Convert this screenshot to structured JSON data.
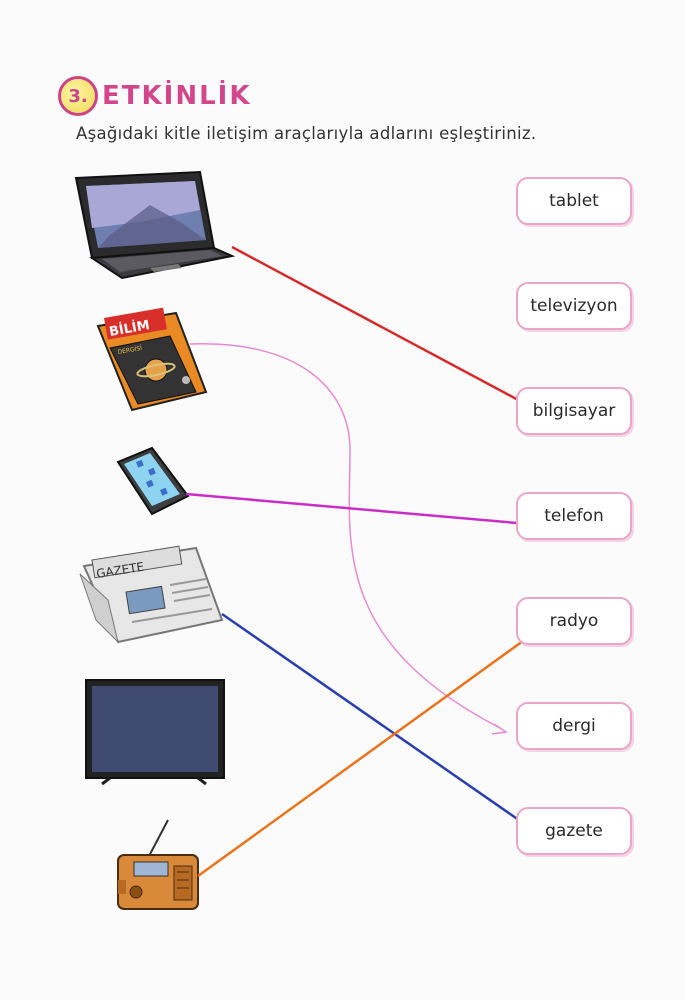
{
  "activity": {
    "number": "3.",
    "title": "ETKİNLİK",
    "instruction": "Aşağıdaki kitle iletişim araçlarıyla adlarını eşleştiriniz."
  },
  "images": [
    {
      "name": "laptop",
      "icon": "laptop-icon"
    },
    {
      "name": "magazine",
      "icon": "magazine-icon",
      "cover_text": "BİLİM",
      "cover_subtext": "DERGİSİ"
    },
    {
      "name": "phone",
      "icon": "phone-icon"
    },
    {
      "name": "newspaper",
      "icon": "newspaper-icon",
      "header_text": "GAZETE"
    },
    {
      "name": "television",
      "icon": "tv-icon"
    },
    {
      "name": "radio",
      "icon": "radio-icon"
    }
  ],
  "words": [
    "tablet",
    "televizyon",
    "bilgisayar",
    "telefon",
    "radyo",
    "dergi",
    "gazete"
  ],
  "matches": [
    {
      "from": "laptop",
      "to": "bilgisayar",
      "color": "#d42a2a"
    },
    {
      "from": "magazine",
      "to": "dergi",
      "color": "#e58ad0"
    },
    {
      "from": "phone",
      "to": "telefon",
      "color": "#c92fc6"
    },
    {
      "from": "newspaper",
      "to": "gazete",
      "color": "#2a3fae"
    },
    {
      "from": "radio",
      "to": "radyo",
      "color": "#e8741e"
    }
  ],
  "colors": {
    "accent": "#d4468c",
    "box_border": "#e9a6c8"
  }
}
